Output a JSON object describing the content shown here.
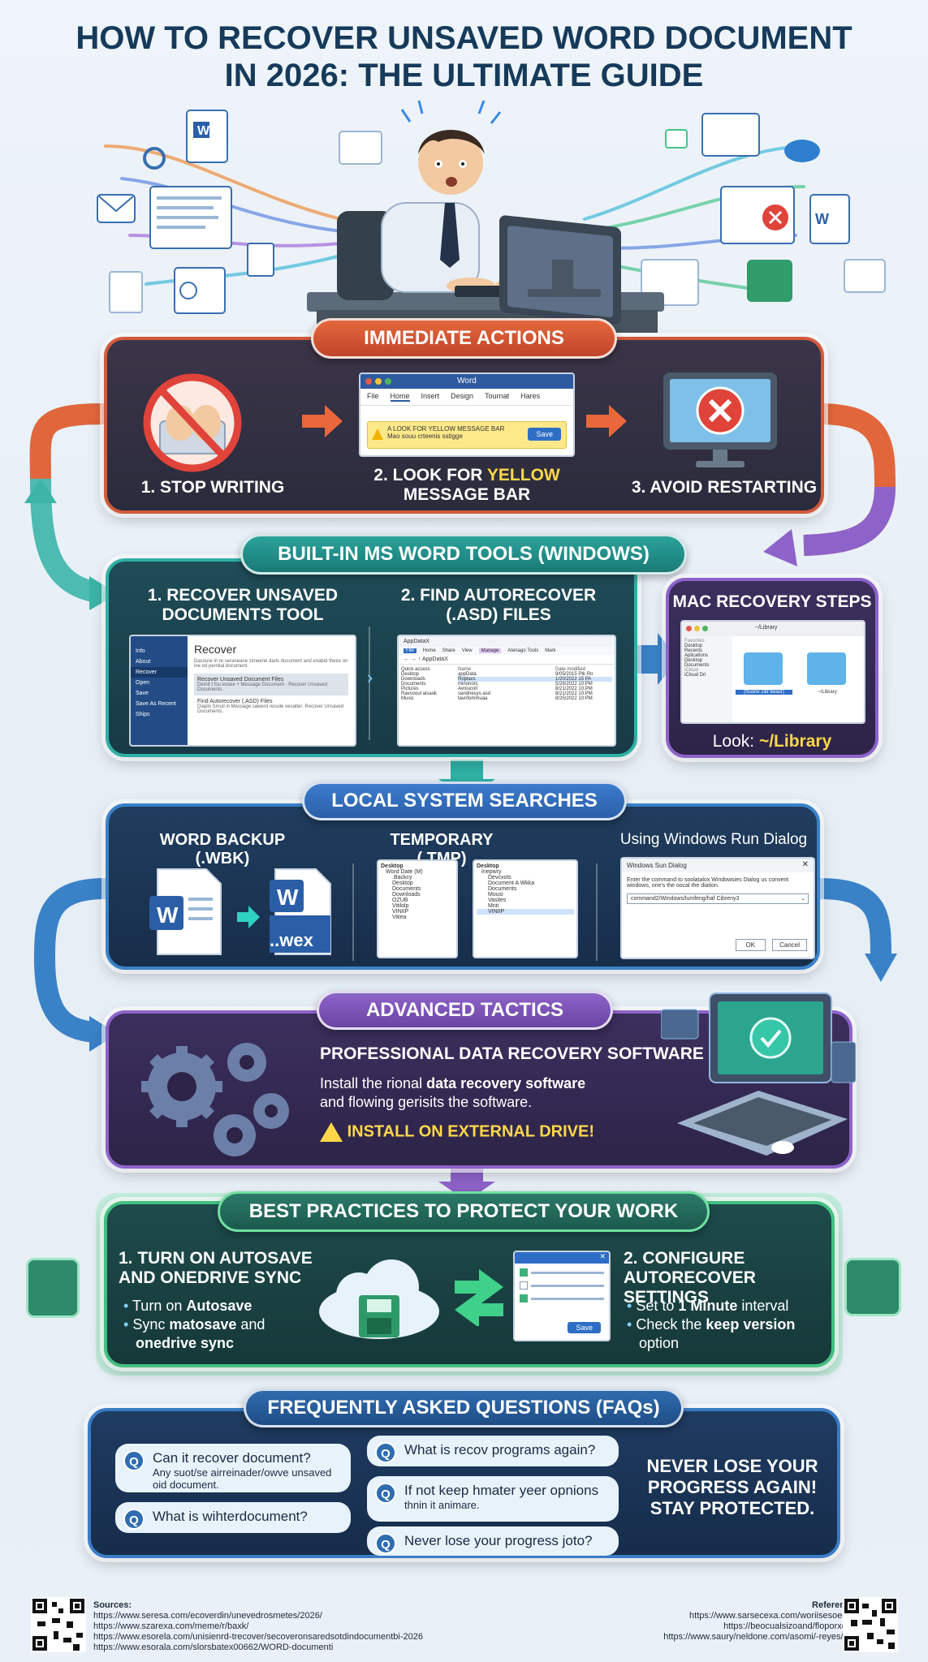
{
  "title": {
    "line1": "HOW TO RECOVER UNSAVED WORD DOCUMENT",
    "line2": "IN 2026: THE ULTIMATE GUIDE"
  },
  "immediate": {
    "header": "IMMEDIATE ACTIONS",
    "step1": "1. STOP WRITING",
    "step2_pre": "2. LOOK FOR ",
    "step2_hl": "YELLOW",
    "step2_post": "MESSAGE BAR",
    "step3": "3. AVOID RESTARTING",
    "word_window": {
      "title": "Word",
      "menu": [
        "File",
        "Home",
        "Insert",
        "Design",
        "Tournat",
        "Hares"
      ],
      "bar_line1": "A LOOK FOR YELLOW MESSAGE BAR",
      "bar_line2": "Mao souu crteenis sstigge",
      "save": "Save"
    }
  },
  "builtin": {
    "header": "BUILT-IN MS WORD TOOLS (WINDOWS)",
    "col1": "1. RECOVER UNSAVED DOCUMENTS TOOL",
    "col2": "2. FIND AUTORECOVER (.ASD) FILES",
    "recover_win": {
      "sidebar": [
        "Info",
        "About",
        "Recover",
        "Open",
        "Save",
        "Save As Recent",
        "Ships"
      ],
      "heading": "Recover",
      "desc": "Dacoure in re seraneane zimeene darls document and enabid theire on ine ed pemital document.",
      "opt1_title": "Recover Unsaved Document Files",
      "opt1_desc": "Demit t fou essee + Message Document - Recover Unsaved Documents.",
      "opt2_title": "Find Autorecover (.ASD) Files",
      "opt2_desc": "Diaplo Smuil in Message sawerd recuile oesatler. Recover Unsaved Documents."
    },
    "explorer_win": {
      "path": "AppDataX",
      "tabs": [
        "File",
        "Home",
        "Share",
        "View",
        "Manage",
        "Atenago Tools",
        "Mark"
      ],
      "address": "AppDataX",
      "nav": [
        "Quick access",
        "Desktop",
        "Downloads",
        "Documents",
        "Pictures",
        "Ravsooul aisaok",
        "Music"
      ],
      "columns": [
        "Name",
        "Date modified"
      ],
      "rows": [
        {
          "name": "appData",
          "date": "9/05/2015 Ptk Ro"
        },
        {
          "name": "Roplavs",
          "date": "1/20/2022 15 PA"
        },
        {
          "name": "minonors",
          "date": "5/26/2022 10:PM"
        },
        {
          "name": "Avniucoll",
          "date": "8/21/2022 10:PM"
        },
        {
          "name": "sandnesys.asd",
          "date": "8/21/2022 10:PM"
        },
        {
          "name": "tavnfommuaa",
          "date": "8/25/2022 10:PM"
        }
      ]
    },
    "mac": {
      "header": "MAC RECOVERY STEPS",
      "path": "~/Library",
      "sidebar": [
        "Favorites",
        "Desktop",
        "Recents",
        "Aplications",
        "Desktop",
        "Documents",
        "iCloud",
        "iCloud Dri"
      ],
      "folder1": "(Nuorw 2ild tiwasr)",
      "folder2": "~/Library",
      "look_label": "Look: ",
      "look_value": "~/Library"
    }
  },
  "local": {
    "header": "LOCAL SYSTEM SEARCHES",
    "col1": "WORD BACKUP (.WBK)",
    "col2": "TEMPORARY (.TMP)",
    "col3": "Using Windows Run Dialog",
    "wex": "..wex",
    "tree1": [
      "Desktop",
      "Word Date (M)",
      ".Backcy",
      "Desktop",
      "Documents",
      "Downloads",
      "OZUB",
      "Vitilolp",
      "VINIIP",
      "Vitiea"
    ],
    "tree2": [
      "Desktop",
      "Inepwry",
      "Devcxots",
      "Document A Wkka",
      "Documents",
      "Mousi",
      "Vasites",
      "Mnit",
      "VINIIP"
    ],
    "run": {
      "title": "Windows Sun Dialog",
      "desc": "Enter the command to soolatalox Windowsies Dialog us convent windows, one's the oocal the diation.",
      "input": "command2/Windows/lumfeng/haf Cibreny3",
      "ok": "OK",
      "cancel": "Cancel"
    }
  },
  "advanced": {
    "header": "ADVANCED TACTICS",
    "subheader": "PROFESSIONAL DATA RECOVERY SOFTWARE",
    "desc_pre": "Install the rional ",
    "desc_bold": "data recovery software",
    "desc_post": "and flowing gerisits the software.",
    "warning": "INSTALL ON EXTERNAL DRIVE!"
  },
  "best": {
    "header": "BEST PRACTICES TO PROTECT YOUR WORK",
    "col1_title": "1. TURN ON AUTOSAVE AND ONEDRIVE SYNC",
    "col1_b1_pre": "Turn on ",
    "col1_b1_bold": "Autosave",
    "col1_b2_pre": "Sync ",
    "col1_b2_bold": "matosave",
    "col1_b2_mid": " and",
    "col1_b2_bold2": "onedrive sync",
    "col2_title": "2. CONFIGURE AUTORECOVER SETTINGS",
    "col2_b1_pre": "Set to ",
    "col2_b1_bold": "1 Minute",
    "col2_b1_post": " interval",
    "col2_b2_pre": "Check the ",
    "col2_b2_bold": "keep version",
    "col2_b2_post": "option",
    "save": "Save"
  },
  "faq": {
    "header": "FREQUENTLY ASKED QUESTIONS (FAQs)",
    "q1": "Can it recover document?",
    "q1_answer": "Any suot/se airreinader/owve unsaved oid document.",
    "q2": "What is wihterdocument?",
    "q3": "What is recov programs again?",
    "q4": "If not keep hmater yeer opnions",
    "q4_answer": "thnin it animare.",
    "q5": "Never lose your progress joto?",
    "q_mark": "Q",
    "closing": "NEVER LOSE YOUR PROGRESS AGAIN! STAY PROTECTED."
  },
  "footer": {
    "sources_label": "Sources:",
    "sources": [
      "https://www.seresa.com/ecoverdin/unevedrosmetes/2026/",
      "https://www.szarexa.com/meme/r/baxk/",
      "https://www.esorela.com/unisienrd-trecover/secoveronsaredsotdindocumentbi-2026",
      "https://www.esorala.com/slorsbatex00662/WORD-documenti"
    ],
    "references_label": "References:",
    "references": [
      "https://www.sarsecexa.com/woriisesoeesss/",
      "https://beocualsizoand/floporxcons/",
      "https://www.saury/neldone.com/asomi/-reyes/hom/"
    ]
  },
  "colors": {
    "title": "#163a5a",
    "red_accent": "#d25a3a",
    "teal_accent": "#2fb1a5",
    "purple_accent": "#8e63c9",
    "blue_accent": "#3a82c8",
    "green_accent": "#41c07f",
    "yellow_highlight": "#ffd84a"
  }
}
